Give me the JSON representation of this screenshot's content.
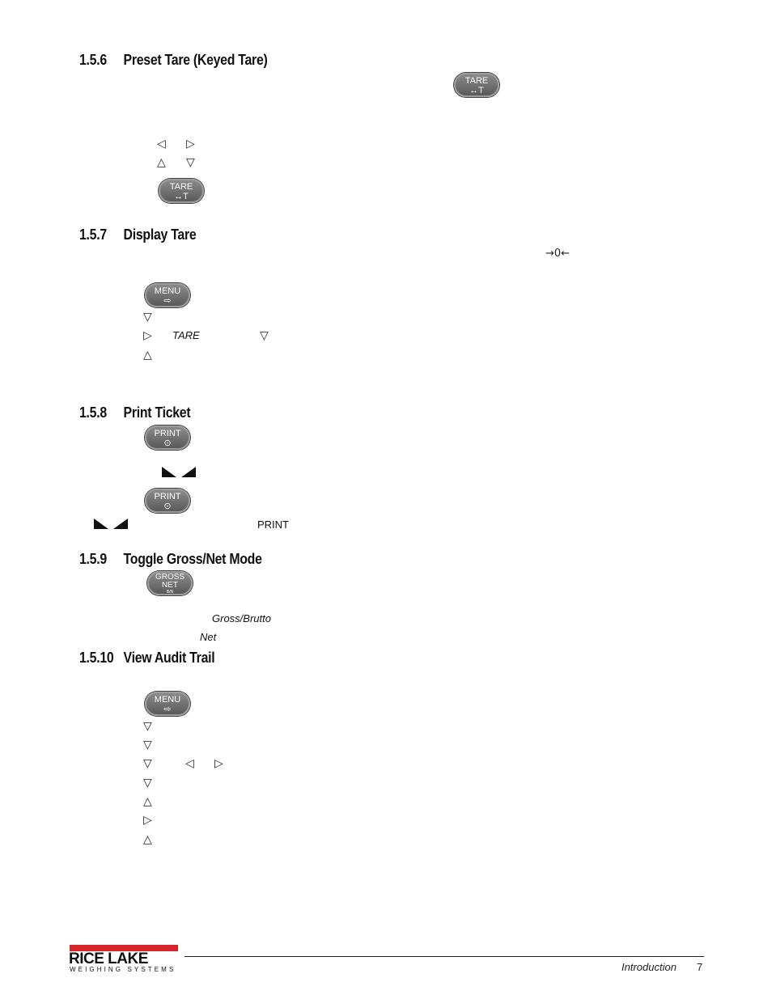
{
  "sections": {
    "s156": {
      "num": "1.5.6",
      "title": "Preset Tare (Keyed Tare)"
    },
    "s157": {
      "num": "1.5.7",
      "title": "Display Tare"
    },
    "s158": {
      "num": "1.5.8",
      "title": "Print Ticket"
    },
    "s159": {
      "num": "1.5.9",
      "title": "Toggle Gross/Net Mode"
    },
    "s1510": {
      "num": "1.5.10",
      "title": "View Audit Trail"
    }
  },
  "keys": {
    "tare": {
      "label": "TARE",
      "glyph": "↔T",
      "icon": "tare-icon"
    },
    "menu": {
      "label": "MENU",
      "glyph": "⇨",
      "icon": "menu-exit-icon"
    },
    "print": {
      "label": "PRINT",
      "glyph": "⊙",
      "icon": "print-icon"
    },
    "gross_net": {
      "label": "GROSS",
      "label2": "NET",
      "sub": "B/N",
      "icon": "gross-net-icon"
    }
  },
  "symbols": {
    "left": "◁",
    "right": "▷",
    "up": "△",
    "down": "▽",
    "zero": "→0←"
  },
  "inline_text": {
    "tare_italic": "TARE",
    "print_word": "PRINT",
    "gross_brutto": "Gross/Brutto",
    "net": "Net"
  },
  "footer": {
    "logo_main": "RICE LAKE",
    "logo_sub": "WEIGHING SYSTEMS",
    "section": "Introduction",
    "page": "7"
  },
  "colors": {
    "brand_red": "#d6262b",
    "key_gray": "#6a6a6a"
  }
}
